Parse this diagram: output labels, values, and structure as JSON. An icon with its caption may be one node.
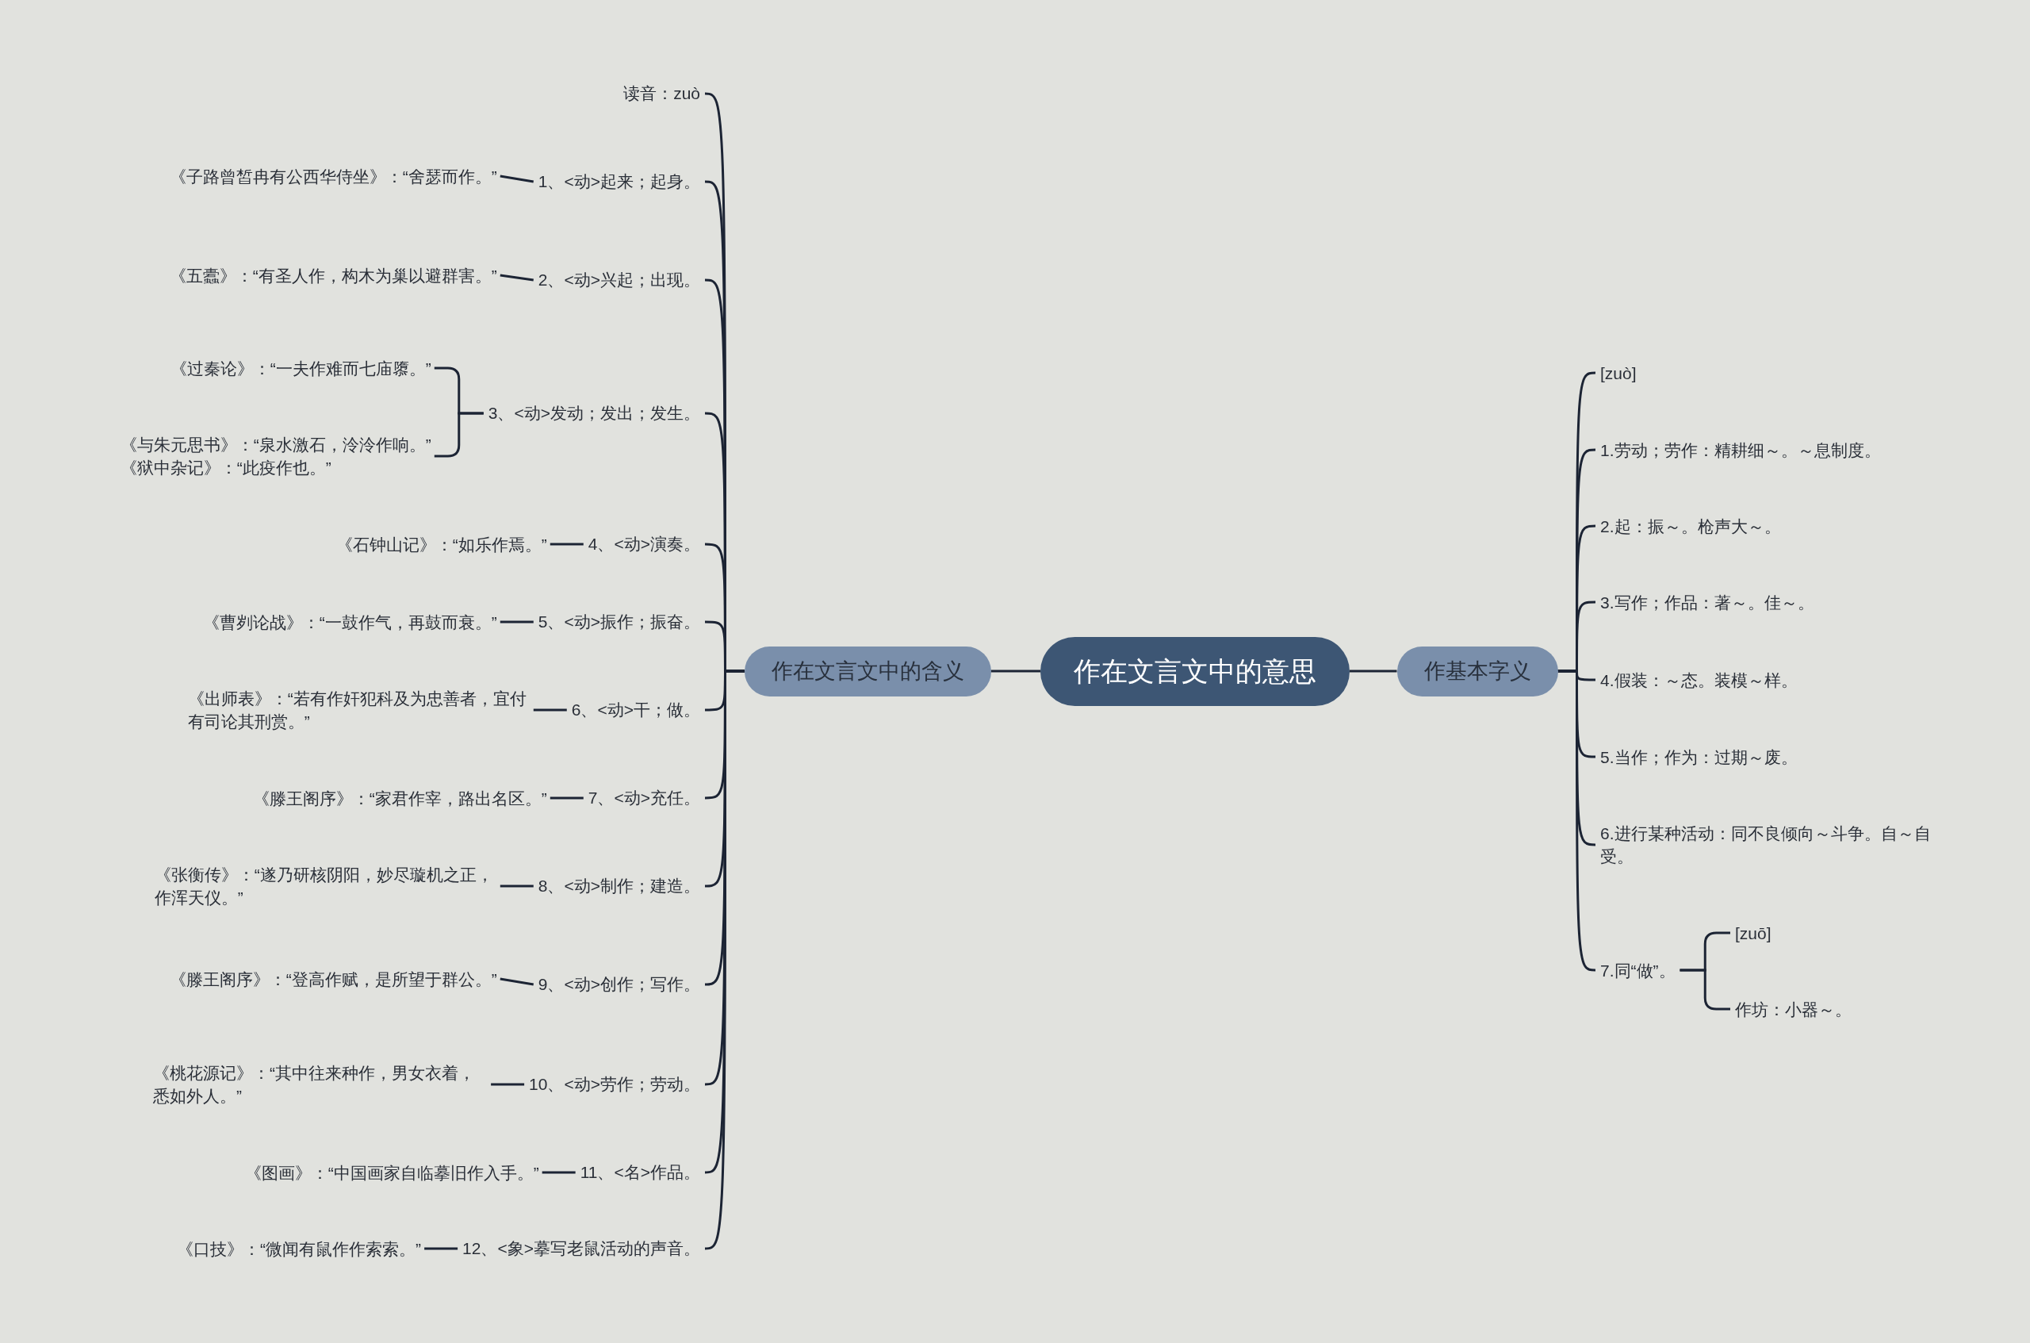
{
  "diagram": {
    "nodes": [
      {
        "text": [
          "作在文言文中的意思"
        ]
      },
      {
        "text": [
          "作在文言文中的含义"
        ]
      },
      {
        "text": [
          "作基本字义"
        ]
      },
      {
        "text": [
          "读音：zuò"
        ]
      },
      {
        "text": [
          "1、<动>起来；起身。"
        ]
      },
      {
        "text": [
          "2、<动>兴起；出现。"
        ]
      },
      {
        "text": [
          "3、<动>发动；发出；发生。"
        ]
      },
      {
        "text": [
          "4、<动>演奏。"
        ]
      },
      {
        "text": [
          "5、<动>振作；振奋。"
        ]
      },
      {
        "text": [
          "6、<动>干；做。"
        ]
      },
      {
        "text": [
          "7、<动>充任。"
        ]
      },
      {
        "text": [
          "8、<动>制作；建造。"
        ]
      },
      {
        "text": [
          "9、<动>创作；写作。"
        ]
      },
      {
        "text": [
          "10、<动>劳作；劳动。"
        ]
      },
      {
        "text": [
          "11、<名>作品。"
        ]
      },
      {
        "text": [
          "12、<象>摹写老鼠活动的声音。"
        ]
      },
      {
        "text": [
          "《子路曾皙冉有公西华侍坐》：“舍瑟而作。”"
        ]
      },
      {
        "text": [
          "《五蠹》：“有圣人作，构木为巢以避群害。”"
        ]
      },
      {
        "text": [
          "《过秦论》：“一夫作难而七庙隳。”"
        ]
      },
      {
        "text": [
          "《与朱元思书》：“泉水激石，泠泠作响。”",
          "《狱中杂记》：“此疫作也。”"
        ]
      },
      {
        "text": [
          "《石钟山记》：“如乐作焉。”"
        ]
      },
      {
        "text": [
          "《曹刿论战》：“一鼓作气，再鼓而衰。”"
        ]
      },
      {
        "text": [
          "《出师表》：“若有作奸犯科及为忠善者，宜付有司论其刑赏。”"
        ]
      },
      {
        "text": [
          "《滕王阁序》：“家君作宰，路出名区。”"
        ]
      },
      {
        "text": [
          "《张衡传》：“遂乃研核阴阳，妙尽璇机之正，作浑天仪。”"
        ]
      },
      {
        "text": [
          "《滕王阁序》：“登高作赋，是所望于群公。”"
        ]
      },
      {
        "text": [
          "《桃花源记》：“其中往来种作，男女衣着，悉如外人。”"
        ]
      },
      {
        "text": [
          "《图画》：“中国画家自临摹旧作入手。”"
        ]
      },
      {
        "text": [
          "《口技》：“微闻有鼠作作索索。”"
        ]
      },
      {
        "text": [
          "[zuò]"
        ]
      },
      {
        "text": [
          "1.劳动；劳作：精耕细～。～息制度。"
        ]
      },
      {
        "text": [
          "2.起：振～。枪声大～。"
        ]
      },
      {
        "text": [
          "3.写作；作品：著～。佳～。"
        ]
      },
      {
        "text": [
          "4.假装：～态。装模～样。"
        ]
      },
      {
        "text": [
          "5.当作；作为：过期～废。"
        ]
      },
      {
        "text": [
          "6.进行某种活动：同不良倾向～斗争。自～自受。"
        ]
      },
      {
        "text": [
          "7.同“做”。"
        ]
      },
      {
        "text": [
          "[zuō]"
        ]
      },
      {
        "text": [
          "作坊：小器～。"
        ]
      }
    ],
    "edges": [
      {
        "from": 0,
        "to": 1,
        "arrow": "none"
      },
      {
        "from": 0,
        "to": 2,
        "arrow": "none"
      },
      {
        "from": 1,
        "to": 3,
        "arrow": "none"
      },
      {
        "from": 1,
        "to": 4,
        "arrow": "none"
      },
      {
        "from": 1,
        "to": 5,
        "arrow": "none"
      },
      {
        "from": 1,
        "to": 6,
        "arrow": "none"
      },
      {
        "from": 1,
        "to": 7,
        "arrow": "none"
      },
      {
        "from": 1,
        "to": 8,
        "arrow": "none"
      },
      {
        "from": 1,
        "to": 9,
        "arrow": "none"
      },
      {
        "from": 1,
        "to": 10,
        "arrow": "none"
      },
      {
        "from": 1,
        "to": 11,
        "arrow": "none"
      },
      {
        "from": 1,
        "to": 12,
        "arrow": "none"
      },
      {
        "from": 1,
        "to": 13,
        "arrow": "none"
      },
      {
        "from": 1,
        "to": 14,
        "arrow": "none"
      },
      {
        "from": 1,
        "to": 15,
        "arrow": "none"
      },
      {
        "from": 4,
        "to": 16,
        "arrow": "none"
      },
      {
        "from": 5,
        "to": 17,
        "arrow": "none"
      },
      {
        "from": 6,
        "to": 18,
        "arrow": "none"
      },
      {
        "from": 6,
        "to": 19,
        "arrow": "none"
      },
      {
        "from": 7,
        "to": 20,
        "arrow": "none"
      },
      {
        "from": 8,
        "to": 21,
        "arrow": "none"
      },
      {
        "from": 9,
        "to": 22,
        "arrow": "none"
      },
      {
        "from": 10,
        "to": 23,
        "arrow": "none"
      },
      {
        "from": 11,
        "to": 24,
        "arrow": "none"
      },
      {
        "from": 12,
        "to": 25,
        "arrow": "none"
      },
      {
        "from": 13,
        "to": 26,
        "arrow": "none"
      },
      {
        "from": 14,
        "to": 27,
        "arrow": "none"
      },
      {
        "from": 15,
        "to": 28,
        "arrow": "none"
      },
      {
        "from": 2,
        "to": 29,
        "arrow": "none"
      },
      {
        "from": 2,
        "to": 30,
        "arrow": "none"
      },
      {
        "from": 2,
        "to": 31,
        "arrow": "none"
      },
      {
        "from": 2,
        "to": 32,
        "arrow": "none"
      },
      {
        "from": 2,
        "to": 33,
        "arrow": "none"
      },
      {
        "from": 2,
        "to": 34,
        "arrow": "none"
      },
      {
        "from": 2,
        "to": 35,
        "arrow": "none"
      },
      {
        "from": 2,
        "to": 36,
        "arrow": "none"
      },
      {
        "from": 36,
        "to": 37,
        "arrow": "none"
      },
      {
        "from": 36,
        "to": 38,
        "arrow": "none"
      }
    ]
  }
}
